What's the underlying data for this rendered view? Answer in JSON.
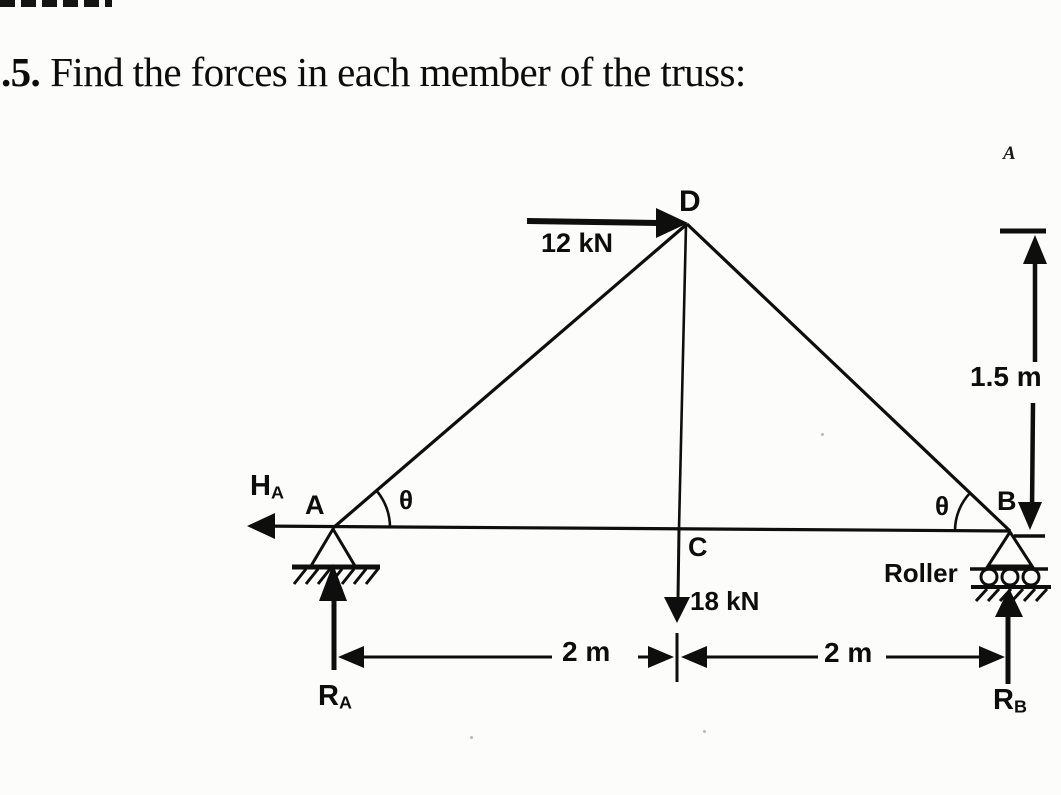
{
  "document": {
    "problem_number": ".5.",
    "problem_text": "Find the forces in each member of the truss:",
    "corner_glyph": "A"
  },
  "diagram": {
    "joints": {
      "a": "A",
      "b": "B",
      "c": "C",
      "d": "D"
    },
    "loads": {
      "horizontal_at_d": "12 kN",
      "vertical_at_c": "18 kN"
    },
    "reactions": {
      "ha": {
        "symbol": "H",
        "subscript": "A"
      },
      "ra": {
        "symbol": "R",
        "subscript": "A"
      },
      "rb": {
        "symbol": "R",
        "subscript": "B"
      }
    },
    "angles": {
      "at_a": "θ",
      "at_b": "θ"
    },
    "dimensions": {
      "left_span": "2 m",
      "right_span": "2 m",
      "height": "1.5 m"
    },
    "support_label": "Roller",
    "line_color": "#0e0e0e"
  }
}
